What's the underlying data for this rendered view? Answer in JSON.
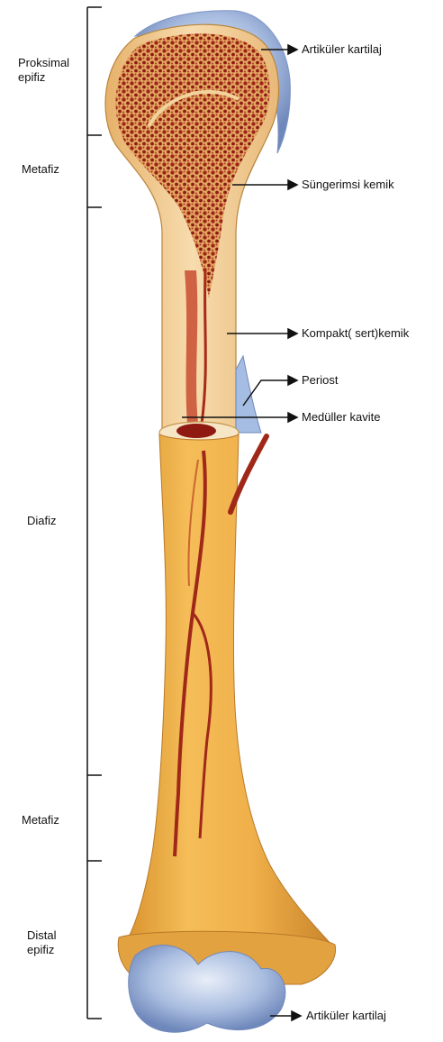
{
  "left_labels": {
    "proximal_epiphysis_line1": "Proksimal",
    "proximal_epiphysis_line2": "epifiz",
    "metaphysis_top": "Metafiz",
    "diaphysis": "Diafiz",
    "metaphysis_bottom": "Metafiz",
    "distal_epiphysis_line1": "Distal",
    "distal_epiphysis_line2": "epifiz"
  },
  "right_labels": {
    "articular_cartilage_top": "Artiküler kartilaj",
    "spongy_bone": "Süngerimsi kemik",
    "compact_bone": "Kompakt( sert)kemik",
    "periosteum": "Periost",
    "medullary_cavity": "Medüller kavite",
    "articular_cartilage_bottom": "Artiküler kartilaj"
  },
  "colors": {
    "bone": "#f0b24a",
    "bone_dark": "#c98624",
    "spongy": "#a3261a",
    "cartilage": "#9fb6dc",
    "cortex_light": "#f6dba8",
    "line": "#111111"
  }
}
